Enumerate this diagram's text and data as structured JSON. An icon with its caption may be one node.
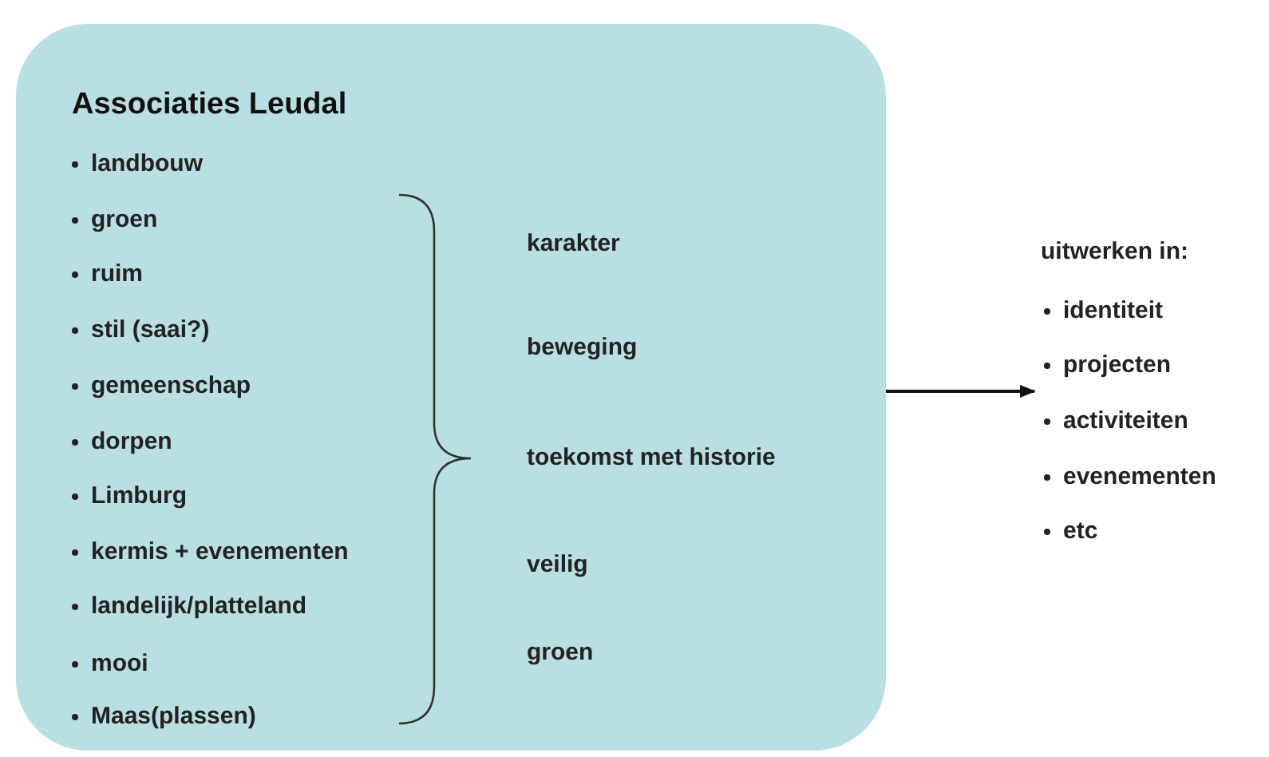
{
  "diagram": {
    "nodes": [
      {
        "text": [
          "Associaties Leudal",
          "landbouw",
          "groen",
          "ruim",
          "stil (saai?)",
          "gemeenschap",
          "dorpen",
          "Limburg",
          "kermis + evenementen",
          "landelijk/platteland",
          "mooi",
          "Maas(plassen)"
        ]
      },
      {
        "text": [
          "uitwerken in:",
          "identiteit",
          "projecten",
          "activiteiten",
          "evenementen",
          "etc"
        ]
      }
    ],
    "edges": [
      {
        "from": 0,
        "to": 1,
        "arrow": "to"
      }
    ],
    "labels": [
      "karakter",
      "beweging",
      "toekomst met historie",
      "veilig",
      "groen"
    ]
  }
}
